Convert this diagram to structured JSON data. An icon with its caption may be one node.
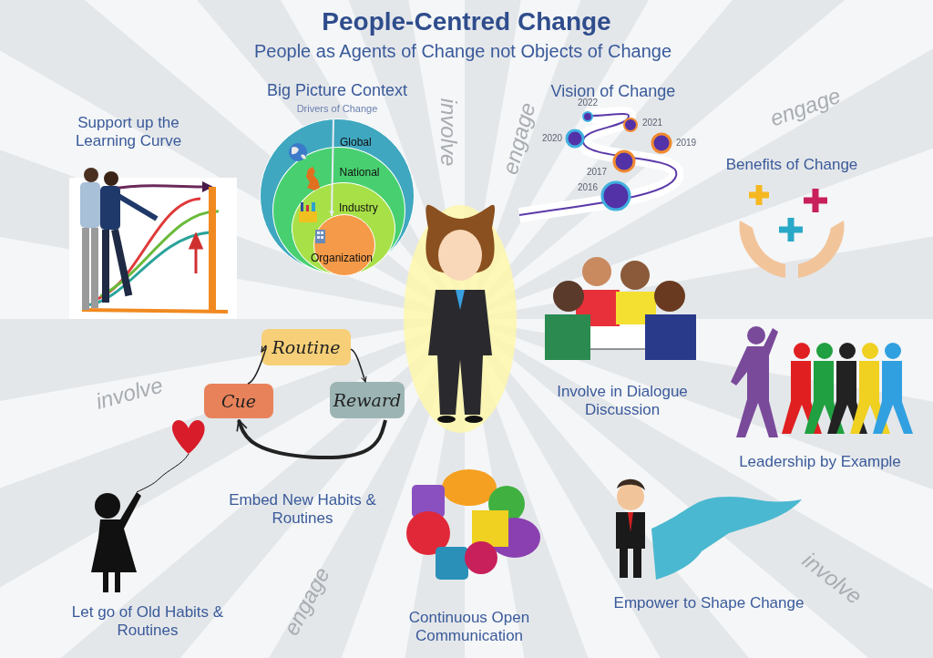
{
  "diagram": {
    "title": "People-Centred Change",
    "nodes": [
      {
        "text": [
          "Global"
        ]
      },
      {
        "text": [
          "National"
        ],
        "in": 0
      },
      {
        "text": [
          "Industry"
        ],
        "in": 1
      },
      {
        "text": [
          "Organization"
        ],
        "in": 2
      },
      {
        "text": [
          "Routine"
        ]
      },
      {
        "text": [
          "Cue"
        ]
      },
      {
        "text": [
          "Reward"
        ]
      },
      {
        "text": [
          "Drivers of Change"
        ]
      }
    ],
    "edges": [
      {
        "from": 5,
        "to": 4,
        "arrow": "to"
      },
      {
        "from": 4,
        "to": 6,
        "arrow": "to"
      },
      {
        "from": 6,
        "to": 5,
        "arrow": "to",
        "style": "thick"
      },
      {
        "from": 7,
        "to": 3,
        "arrow": "to",
        "color": "#e8ecf4"
      }
    ],
    "labels": [
      "People as Agents of Change not Objects of Change",
      "Big Picture Context",
      "involve",
      "Vision of Change",
      "engage",
      "engage",
      "Support up the Learning Curve",
      "2022",
      "2021",
      "2020",
      "2019",
      "2017",
      "2016",
      "Benefits of Change",
      "involve",
      "Involve in Dialogue Discussion",
      "Leadership by Example",
      "Embed New Habits & Routines",
      "involve",
      "Empower to Shape Change",
      "Let go of Old Habits & Routines",
      "engage",
      "Continuous Open Communication"
    ]
  }
}
